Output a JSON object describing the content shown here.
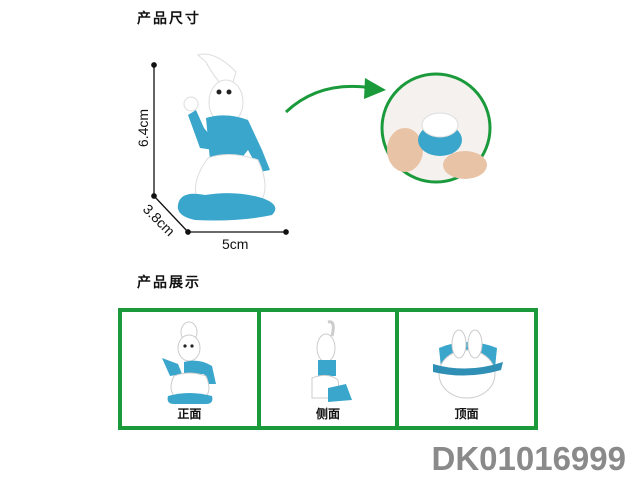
{
  "sections": {
    "size_heading": "产品尺寸",
    "display_heading": "产品展示"
  },
  "dimensions": {
    "height": "6.4cm",
    "depth": "3.8cm",
    "width": "5cm"
  },
  "views": [
    {
      "label": "正面"
    },
    {
      "label": "侧面"
    },
    {
      "label": "顶面"
    }
  ],
  "product_code": "DK01016999",
  "colors": {
    "accent_green": "#1a9a3a",
    "toy_blue": "#3aa6cc",
    "code_gray": "#8a8a8a"
  }
}
